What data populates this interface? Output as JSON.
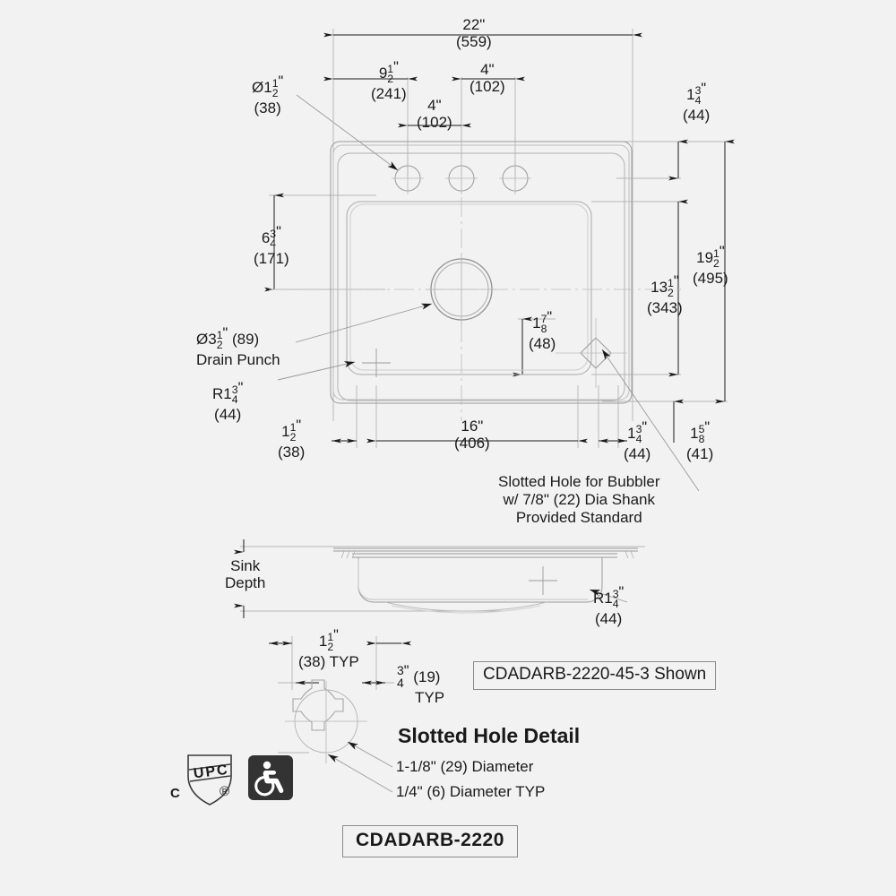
{
  "drawing": {
    "title": "CDADARB-2220 sink technical drawing",
    "background_color": "#f2f2f2",
    "line_color": "#8c8c8c",
    "text_color": "#1a1a1a"
  },
  "plan_view": {
    "dimensions": {
      "overall_width_in": "22\"",
      "overall_width_mm": "(559)",
      "hole_from_left_in_whole": "9",
      "hole_from_left_in_frac_n": "1",
      "hole_from_left_in_frac_d": "2",
      "hole_from_left_mm": "(241)",
      "hole_spacing_a_in": "4\"",
      "hole_spacing_a_mm": "(102)",
      "hole_spacing_b_in": "4\"",
      "hole_spacing_b_mm": "(102)",
      "faucet_hole_dia_whole": "1",
      "faucet_hole_dia_n": "1",
      "faucet_hole_dia_d": "2",
      "faucet_hole_dia_mm": "(38)",
      "top_rim_in_whole": "1",
      "top_rim_n": "3",
      "top_rim_d": "4",
      "top_rim_mm": "(44)",
      "drain_offset_in_whole": "6",
      "drain_offset_n": "3",
      "drain_offset_d": "4",
      "drain_offset_mm": "(171)",
      "overall_height_in_whole": "19",
      "overall_height_n": "1",
      "overall_height_d": "2",
      "overall_height_mm": "(495)",
      "bowl_height_in_whole": "13",
      "bowl_height_n": "1",
      "bowl_height_d": "2",
      "bowl_height_mm": "(343)",
      "bubbler_offset_in_whole": "1",
      "bubbler_offset_n": "7",
      "bubbler_offset_d": "8",
      "bubbler_offset_mm": "(48)",
      "drain_punch_dia_whole": "3",
      "drain_punch_dia_n": "1",
      "drain_punch_dia_d": "2",
      "drain_punch_dia_mm": "(89)",
      "drain_punch_label": "Drain Punch",
      "corner_radius_whole": "1",
      "corner_radius_n": "3",
      "corner_radius_d": "4",
      "corner_radius_mm": "(44)",
      "left_rim_in_whole": "1",
      "left_rim_n": "1",
      "left_rim_d": "2",
      "left_rim_mm": "(38)",
      "bowl_width_in": "16\"",
      "bowl_width_mm": "(406)",
      "right_rim_in_whole": "1",
      "right_rim_n": "3",
      "right_rim_d": "4",
      "right_rim_mm": "(44)",
      "bottom_rim_in_whole": "1",
      "bottom_rim_n": "5",
      "bottom_rim_d": "8",
      "bottom_rim_mm": "(41)"
    },
    "notes": {
      "bubbler_line1": "Slotted Hole for Bubbler",
      "bubbler_line2": "w/ 7/8\" (22) Dia Shank",
      "bubbler_line3": "Provided Standard"
    }
  },
  "side_view": {
    "sink_depth_line1": "Sink",
    "sink_depth_line2": "Depth",
    "radius_whole": "R1",
    "radius_n": "3",
    "radius_d": "4",
    "radius_mm": "(44)"
  },
  "slotted_hole_detail": {
    "title": "Slotted Hole Detail",
    "width_whole": "1",
    "width_n": "1",
    "width_d": "2",
    "width_mm": "(38) TYP",
    "tab_whole": "",
    "tab_n": "3",
    "tab_d": "4",
    "tab_mm": "(19)",
    "tab_typ": "TYP",
    "callout_1": "1-1/8\" (29) Diameter",
    "callout_2": "1/4\" (6) Diameter TYP"
  },
  "labels": {
    "model_shown": "CDADARB-2220-45-3 Shown",
    "model": "CDADARB-2220"
  },
  "certifications": {
    "upc_text": "UPC",
    "upc_c": "C",
    "upc_r": "®",
    "ada_icon": "wheelchair-accessible-icon"
  }
}
